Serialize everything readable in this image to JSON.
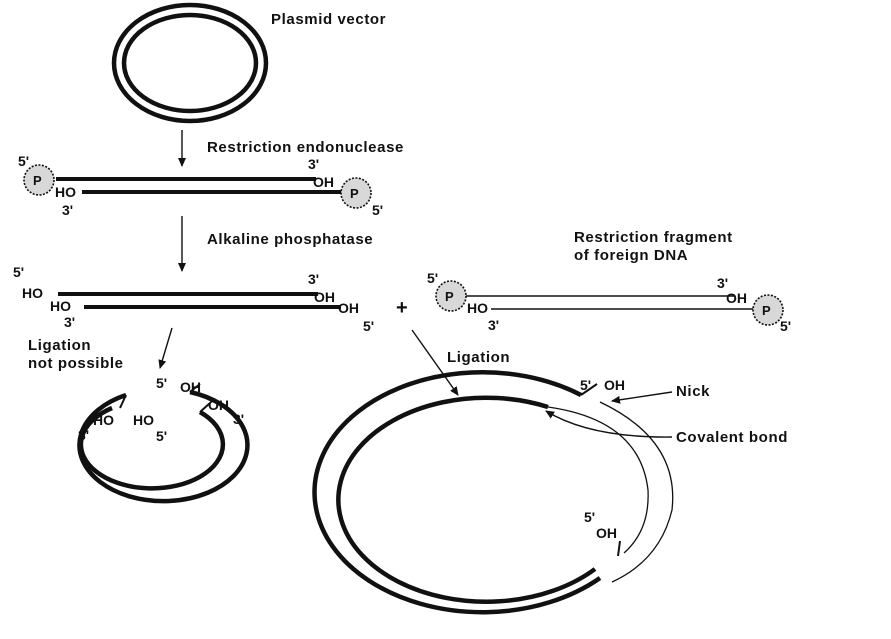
{
  "labels": {
    "plasmid_vector": "Plasmid vector",
    "restriction_endonuclease": "Restriction endonuclease",
    "alkaline_phosphatase": "Alkaline phosphatase",
    "restriction_fragment_line1": "Restriction fragment",
    "restriction_fragment_line2": "of foreign DNA",
    "ligation_not_possible_line1": "Ligation",
    "ligation_not_possible_line2": "not possible",
    "ligation": "Ligation",
    "plus": "+",
    "nick": "Nick",
    "covalent_bond": "Covalent bond"
  },
  "ends": {
    "five_prime": "5'",
    "three_prime": "3'",
    "oh": "OH",
    "ho": "HO",
    "phosphate": "P"
  },
  "colors": {
    "ink": "#111111",
    "phosphate_fill": "#d8d8d8",
    "background": "#ffffff"
  }
}
